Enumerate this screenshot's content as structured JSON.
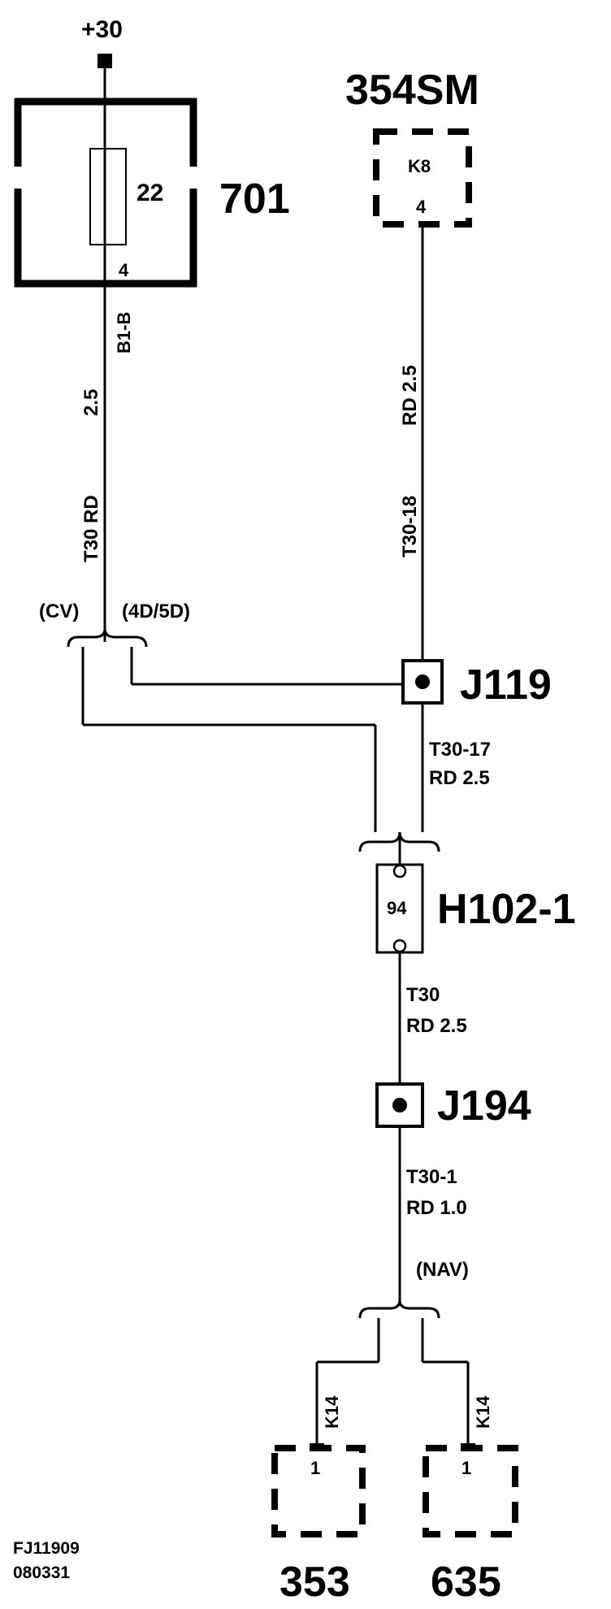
{
  "power": {
    "label": "+30"
  },
  "fuse_box": {
    "id": "701",
    "fuse_number": "22",
    "pin": "4",
    "connector": "B1-B"
  },
  "module_354sm": {
    "id": "354SM",
    "connector": "K8",
    "pin": "4"
  },
  "wires": {
    "left_size": "2.5",
    "left_code": "T30 RD",
    "right_color_size": "RD 2.5",
    "right_code": "T30-18",
    "j119_h102_code": "T30-17",
    "j119_h102_color": "RD 2.5",
    "h102_j194_code": "T30",
    "h102_j194_color": "RD 2.5",
    "j194_out_code": "T30-1",
    "j194_out_color": "RD 1.0"
  },
  "variants": {
    "cv": "(CV)",
    "d45": "(4D/5D)",
    "nav": "(NAV)"
  },
  "splices": {
    "j119": "J119",
    "j194": "J194"
  },
  "connector_h102": {
    "id": "H102-1",
    "pin": "94"
  },
  "module_353": {
    "id": "353",
    "connector": "K14",
    "pin": "1"
  },
  "module_635": {
    "id": "635",
    "connector": "K14",
    "pin": "1"
  },
  "footer": {
    "figure_id": "FJ11909",
    "date_code": "080331"
  }
}
